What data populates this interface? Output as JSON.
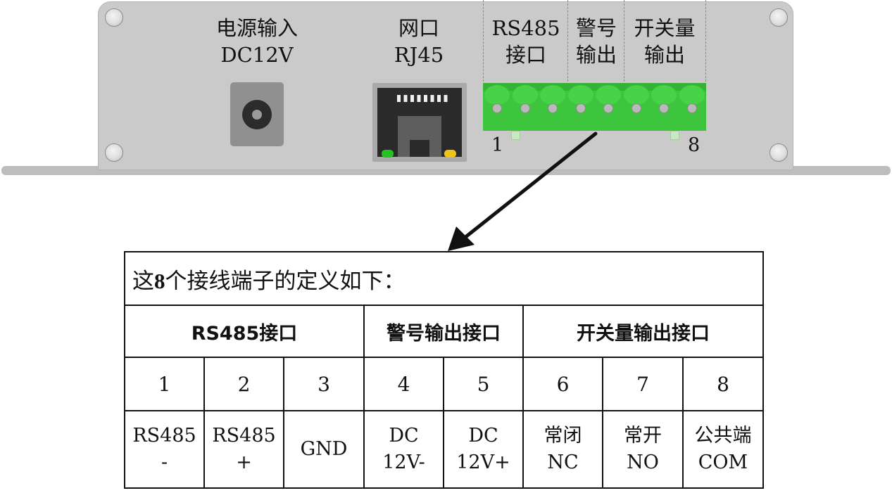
{
  "device": {
    "power_label": [
      "电源输入",
      "DC12V"
    ],
    "network_label": [
      "网口",
      "RJ45"
    ],
    "terminal_group_labels": [
      [
        "RS485",
        "接口"
      ],
      [
        "警号",
        "输出"
      ],
      [
        "开关量",
        "输出"
      ]
    ],
    "pin_first_label": "1",
    "pin_last_label": "8",
    "colors": {
      "panel": "#cacaca",
      "terminal": "#3ec53e",
      "led_left": "#22c322",
      "led_right": "#f3c21a"
    },
    "icons": [
      "dc-power-jack-icon",
      "rj45-port-icon",
      "terminal-block-icon",
      "screw-icon",
      "arrow-icon"
    ]
  },
  "table": {
    "caption_prefix": "这",
    "caption_number": "8",
    "caption_suffix": "个接线端子的定义如下：",
    "groups": [
      "RS485接口",
      "警号输出接口",
      "开关量输出接口"
    ],
    "pin_numbers": [
      "1",
      "2",
      "3",
      "4",
      "5",
      "6",
      "7",
      "8"
    ],
    "definitions": [
      [
        "RS485",
        "-"
      ],
      [
        "RS485",
        "+"
      ],
      [
        "GND"
      ],
      [
        "DC",
        "12V-"
      ],
      [
        "DC",
        "12V+"
      ],
      [
        "常闭",
        "NC"
      ],
      [
        "常开",
        "NO"
      ],
      [
        "公共端",
        "COM"
      ]
    ]
  }
}
